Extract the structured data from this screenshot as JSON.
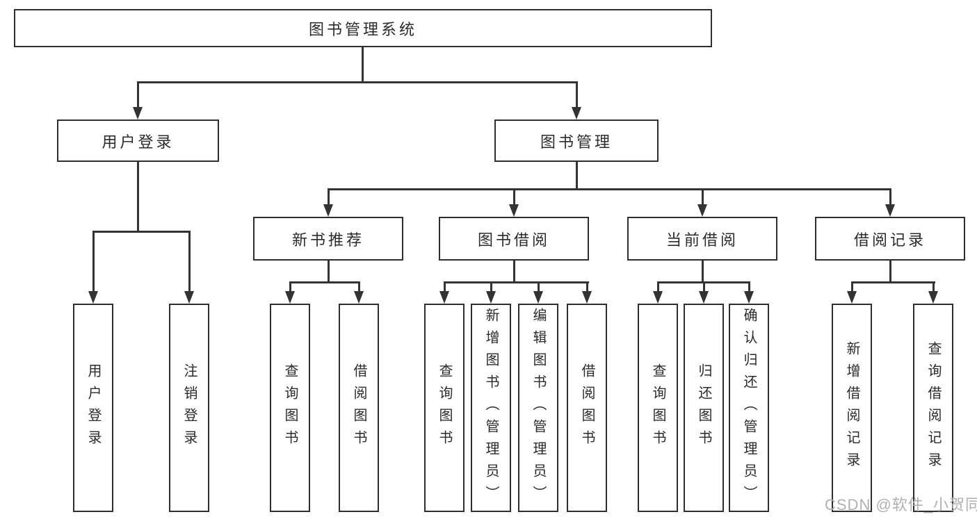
{
  "diagram": {
    "root": "图书管理系统",
    "level2": {
      "user_login": "用户登录",
      "book_mgmt": "图书管理"
    },
    "level3": {
      "new_book_rec": "新书推荐",
      "book_borrow": "图书借阅",
      "current_borrow": "当前借阅",
      "borrow_records": "借阅记录"
    },
    "leaves": {
      "user": [
        "用户登录",
        "注销登录"
      ],
      "newbook": [
        "查询图书",
        "借阅图书"
      ],
      "borrow": [
        "查询图书",
        "新增图书（管理员）",
        "编辑图书（管理员）",
        "借阅图书"
      ],
      "current": [
        "查询图书",
        "归还图书",
        "确认归还（管理员）"
      ],
      "records": [
        "新增借阅记录",
        "查询借阅记录"
      ]
    }
  },
  "watermark": "CSDN @软件_小贺同学",
  "colors": {
    "line": "#333333",
    "border": "#2e2e2e",
    "text": "#2b2b2b",
    "watermark": "#b0b0b0",
    "background": "#ffffff"
  }
}
